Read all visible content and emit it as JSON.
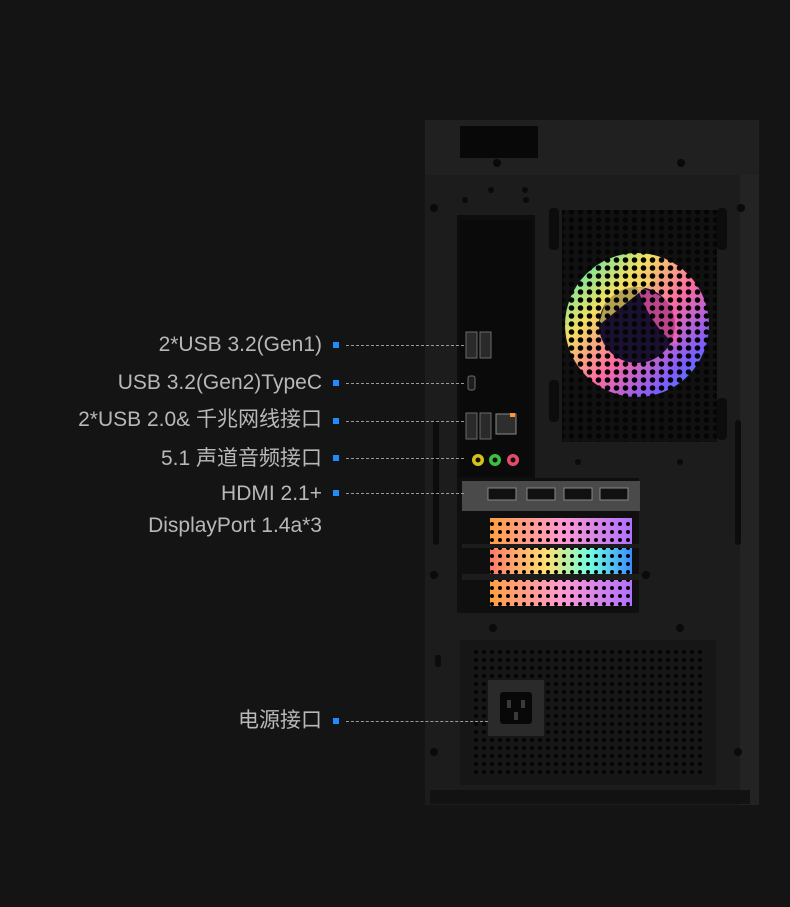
{
  "callouts": [
    {
      "id": "usb32-gen1",
      "text": "2*USB 3.2(Gen1)"
    },
    {
      "id": "usb32-gen2-typec",
      "text": "USB 3.2(Gen2)TypeC"
    },
    {
      "id": "usb20-lan",
      "text": "2*USB 2.0& 千兆网线接口"
    },
    {
      "id": "audio",
      "text": "5.1 声道音频接口"
    },
    {
      "id": "display",
      "line1": "HDMI 2.1+",
      "line2": "DisplayPort 1.4a*3"
    },
    {
      "id": "power",
      "text": "电源接口"
    }
  ],
  "colors": {
    "background": "#141414",
    "marker": "#1e8cff",
    "label": "#b8b8b8",
    "case": "#1c1c1c"
  },
  "icons": [
    "rgb-fan-icon",
    "usb-port-icon",
    "type-c-port-icon",
    "ethernet-port-icon",
    "audio-jack-icon",
    "hdmi-port-icon",
    "displayport-icon",
    "power-socket-icon"
  ]
}
